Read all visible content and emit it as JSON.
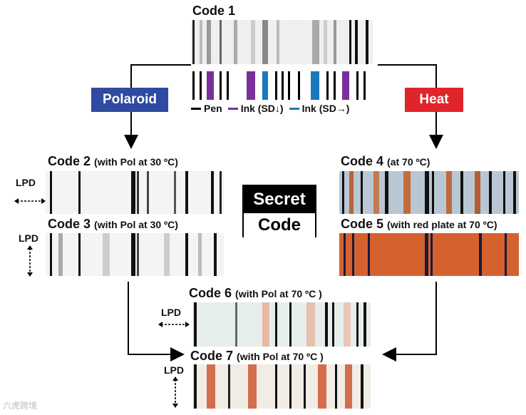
{
  "code1": {
    "title": "Code 1"
  },
  "legend": [
    {
      "label": "Pen",
      "color": "#000000"
    },
    {
      "label": "Ink (SD↓)",
      "color": "#7a2f9c"
    },
    {
      "label": "Ink (SD→)",
      "color": "#1a78bd"
    }
  ],
  "polaroid": {
    "label": "Polaroid",
    "color": "#2f4aa0"
  },
  "heat": {
    "label": "Heat",
    "color": "#e0242b"
  },
  "code2": {
    "title": "Code 2",
    "sub": "(with Pol at 30 ºC)"
  },
  "code3": {
    "title": "Code 3",
    "sub": "(with Pol at 30 ºC)"
  },
  "code4": {
    "title": "Code 4",
    "sub": "(at 70 ºC)"
  },
  "code5": {
    "title": "Code 5",
    "sub": "(with red plate at 70 ºC)"
  },
  "code6": {
    "title": "Code 6",
    "sub": "(with Pol at 70 ºC )"
  },
  "code7": {
    "title": "Code 7",
    "sub": "(with Pol at 70 ºC )"
  },
  "lpd": {
    "label": "LPD"
  },
  "secret": {
    "line1": "Secret",
    "line2": "Code"
  },
  "watermark": "六虎跨境"
}
